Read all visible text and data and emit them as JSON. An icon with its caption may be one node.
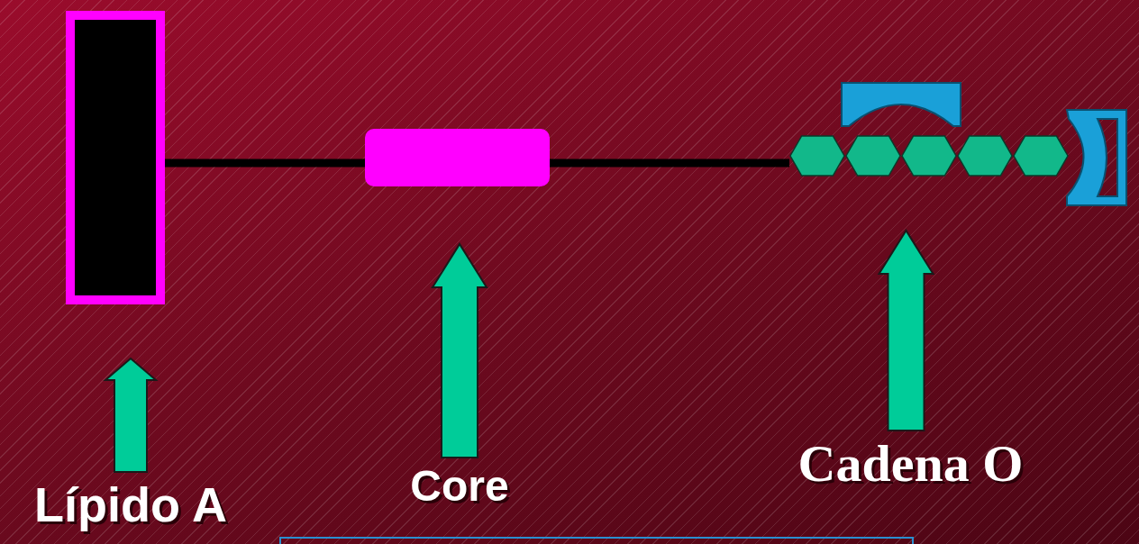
{
  "diagram": {
    "nodes": [
      {
        "text": [],
        "shape": "box"
      },
      {
        "text": [],
        "shape": "box"
      },
      {
        "text": [],
        "shape": "hexagon"
      },
      {
        "text": [],
        "shape": "hexagon"
      },
      {
        "text": [],
        "shape": "hexagon"
      },
      {
        "text": [],
        "shape": "hexagon"
      },
      {
        "text": [],
        "shape": "hexagon"
      },
      {
        "text": [
          "Lípido A"
        ]
      },
      {
        "text": [
          "Core"
        ]
      },
      {
        "text": [
          "Cadena O"
        ]
      }
    ],
    "edges": [
      {
        "from": 0,
        "to": 1,
        "arrow": "none"
      },
      {
        "from": 1,
        "to": 2,
        "arrow": "none"
      },
      {
        "from": 7,
        "to": 0,
        "arrow": "to",
        "style": "thick"
      },
      {
        "from": 8,
        "to": 1,
        "arrow": "to",
        "style": "thick"
      },
      {
        "from": 9,
        "to": 4,
        "arrow": "to",
        "style": "thick"
      }
    ]
  }
}
